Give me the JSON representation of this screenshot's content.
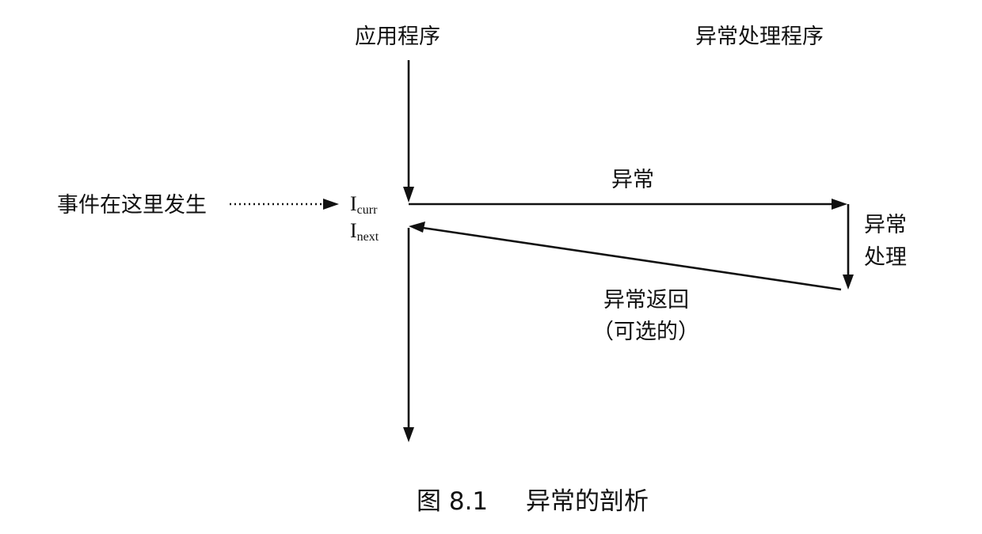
{
  "labels": {
    "app_program": "应用程序",
    "handler_program": "异常处理程序",
    "event_here": "事件在这里发生",
    "i_curr_main": "I",
    "i_curr_sub": "curr",
    "i_next_main": "I",
    "i_next_sub": "next",
    "exception": "异常",
    "handling_line1": "异常",
    "handling_line2": "处理",
    "return_line1": "异常返回",
    "return_line2": "（可选的）"
  },
  "caption": {
    "figure_number": "图 8.1",
    "title": "异常的剖析"
  }
}
